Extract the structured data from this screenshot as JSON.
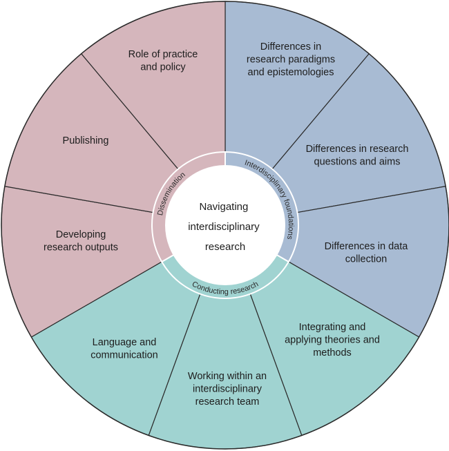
{
  "center": {
    "lines": [
      "Navigating",
      "interdisciplinary",
      "research"
    ]
  },
  "categories": [
    {
      "name": "Interdisciplinary foundations",
      "color": "#a8bbd3"
    },
    {
      "name": "Conducting research",
      "color": "#a0d3d1"
    },
    {
      "name": "Dissemination",
      "color": "#d5b6bc"
    }
  ],
  "segments": [
    {
      "category": 0,
      "lines": [
        "Differences in",
        "research paradigms",
        "and epistemologies"
      ]
    },
    {
      "category": 0,
      "lines": [
        "Differences in research",
        "questions and aims"
      ]
    },
    {
      "category": 0,
      "lines": [
        "Differences in data",
        "collection"
      ]
    },
    {
      "category": 1,
      "lines": [
        "Integrating and",
        "applying theories and",
        "methods"
      ]
    },
    {
      "category": 1,
      "lines": [
        "Working within an",
        "interdisciplinary",
        "research team"
      ]
    },
    {
      "category": 1,
      "lines": [
        "Language and",
        "communication"
      ]
    },
    {
      "category": 2,
      "lines": [
        "Developing",
        "research outputs"
      ]
    },
    {
      "category": 2,
      "lines": [
        "Publishing"
      ]
    },
    {
      "category": 2,
      "lines": [
        "Role of practice",
        "and policy"
      ]
    }
  ],
  "line_color": "#2b2b2b"
}
